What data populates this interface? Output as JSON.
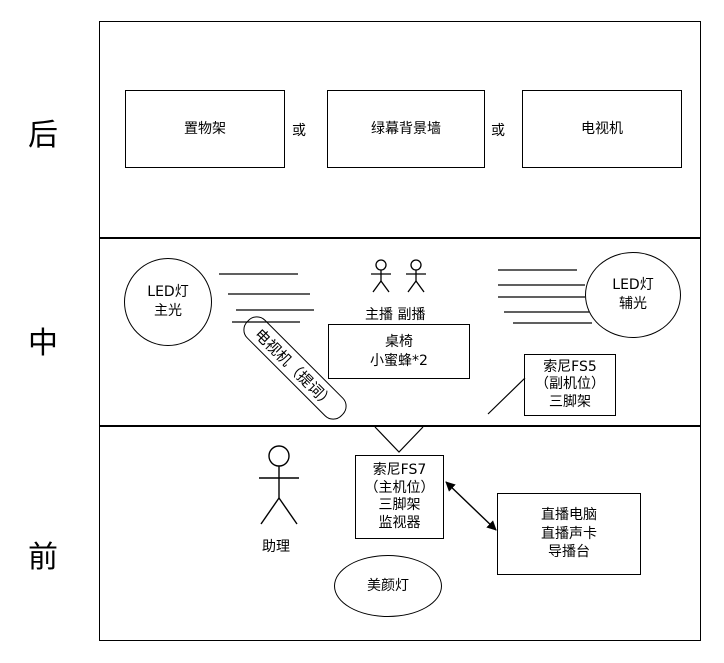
{
  "side_labels": {
    "back": "后",
    "middle": "中",
    "front": "前"
  },
  "back_row": {
    "shelf": "置物架",
    "or_1": "或",
    "green_screen": "绿幕背景墙",
    "or_2": "或",
    "tv": "电视机"
  },
  "middle_row": {
    "led_main": [
      "LED灯",
      "主光"
    ],
    "led_fill": [
      "LED灯",
      "辅光"
    ],
    "hosts_label": "主播 副播",
    "desk": [
      "桌椅",
      "小蜜蜂*2"
    ],
    "prompter_tv": "电视机（提词）",
    "sony_fs5": [
      "索尼FS5",
      "（副机位）",
      "三脚架"
    ]
  },
  "front_row": {
    "assistant_label": "助理",
    "sony_fs7": [
      "索尼FS7",
      "（主机位）",
      "三脚架",
      "监视器"
    ],
    "live_pc": [
      "直播电脑",
      "直播声卡",
      "导播台"
    ],
    "beauty_light": "美颜灯"
  }
}
